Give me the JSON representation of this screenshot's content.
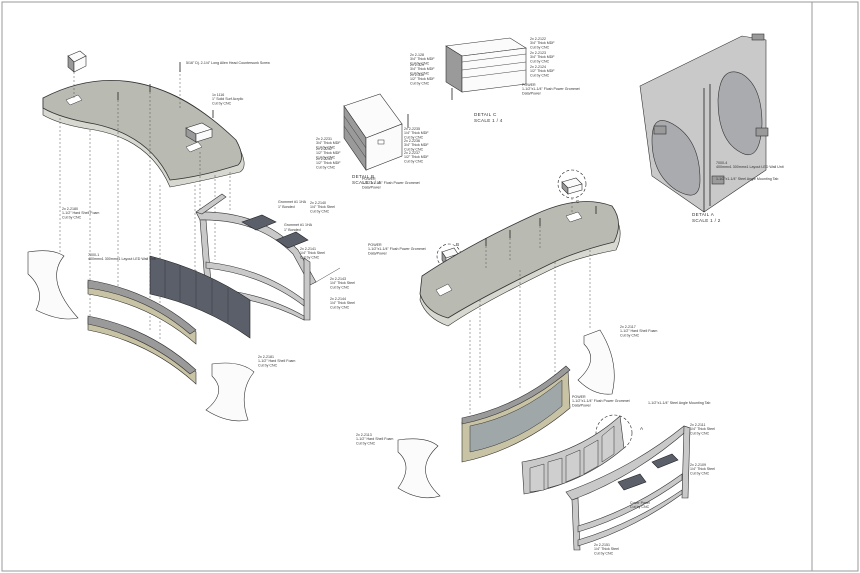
{
  "labels": {
    "top_screw": "5/16\" Dj. 2-1/4\" Long Allen Head Countersunk Screw",
    "top_panel": "1x 1116\n1\" Solid Surf Acrylic\nCut by CNC",
    "grommet_a_title": "Grommet #1 1HA",
    "grommet_a_sub": "1\" Bonded",
    "grommet_b_title": "Grommet #1 1HA",
    "grommet_b_sub": "1\" Bonded",
    "frame_a": "2x 2-2140\n1/4\" Thick Steel\nCut by CNC",
    "frame_b": "2x 2-2141\n1/4\" Thick Steel\nCut by CNC",
    "frame_c": "2x 2-2143\n1/4\" Thick Steel\nCut by CNC",
    "frame_d": "2x 2-2144\n1/4\" Thick Steel\nCut by CNC",
    "led_left": "7000-1\n400mmx1 300mmx1 Layout LED Wall Unit",
    "shelf_left": "2x 2-2180\n1-1/2\" Hard Shell Foam\nCut by CNC",
    "shelf_left_b": "2x 2-2181\n1-1/2\" Hard Shell Foam\nCut by CNC",
    "detail_b_title": "DETAIL B",
    "detail_b_scale": "SCALE 1 / 4",
    "detail_b_a": "2x 2-2231\n3/4\" Thick MDF\nCut by CNC",
    "detail_b_b": "2x 2-2232\n1/2\" Thick MDF\nCut by CNC",
    "detail_b_c": "2x 2-2233\n1/2\" Thick MDF\nCut by CNC",
    "detail_b_grommet": "POWER\n1-1/2\"x1-1/4\" Flush Power Grommet\nData/Power",
    "detail_b_r1": "2x 2-2235\n1/4\" Thick MDF\nCut by CNC",
    "detail_b_r2": "2x 2-2236\n3/4\" Thick MDF\nCut by CNC",
    "detail_b_r3": "2x 2-2237\n1/2\" Thick MDF\nCut by CNC",
    "detail_c_title": "DETAIL C",
    "detail_c_scale": "SCALE 1 / 4",
    "detail_c_l1": "2x 2-128\n3/4\" Thick MDF\nCut by CNC",
    "detail_c_l2": "2x 2-129\n3/4\" Thick MDF\nCut by CNC",
    "detail_c_l3": "2x 2-130\n1/2\" Thick MDF\nCut by CNC",
    "detail_c_r1": "2x 2-2122\n3/4\" Thick MDF\nCut by CNC",
    "detail_c_r2": "2x 2-2123\n3/4\" Thick MDF\nCut by CNC",
    "detail_c_r3": "2x 2-2124\n1/2\" Thick MDF\nCut by CNC",
    "detail_c_grommet": "POWER\n1-1/2\"x1-1/4\" Flush Power Grommet\nData/Power",
    "detail_a_title": "DETAIL A",
    "detail_a_scale": "SCALE 1 / 2",
    "detail_a_led": "7000-4\n400mmx1 300mmx1 Layout LED Wall Unit",
    "detail_a_tab": "1-1/2\"x1-1/4\" Steel Angle Mounting Tab",
    "right_power": "POWER\n1-1/2\"x1-1/4\" Flush Power Grommet\nData/Power",
    "right_frame_1": "2x 2-2111\n1/4\" Thick Steel\nCut by CNC",
    "right_frame_2": "2x 2-2109\n1/4\" Thick Steel\nCut by CNC",
    "right_shelf": "2x 2-2117\n1-1/2\" Hard Shell Foam\nCut by CNC",
    "right_end": "2x 2-2113\n1-1/2\" Hard Shell Foam\nCut by CNC",
    "right_frame_3": "2x 2-2151\n1/4\" Thick Steel\nCut by CNC",
    "right_tab": "1-1/2\"x1-1/4\" Steel Angle Mounting Tab",
    "right_cover": "Cover Panel\nCut by CNC",
    "right_power_b": "POWER\n1-1/2\"x1-1/4\" Flush Power Grommet\nData/Power",
    "right_label_a": "Detail",
    "callout_c": "C",
    "callout_a": "A",
    "callout_b": "B"
  },
  "colors": {
    "countertop": "#b9bab2",
    "frame": "#c9c9c9",
    "led_panel": "#5a5f6a",
    "wood_panel": "#c8c3a4",
    "sheet_border": "#999999"
  }
}
